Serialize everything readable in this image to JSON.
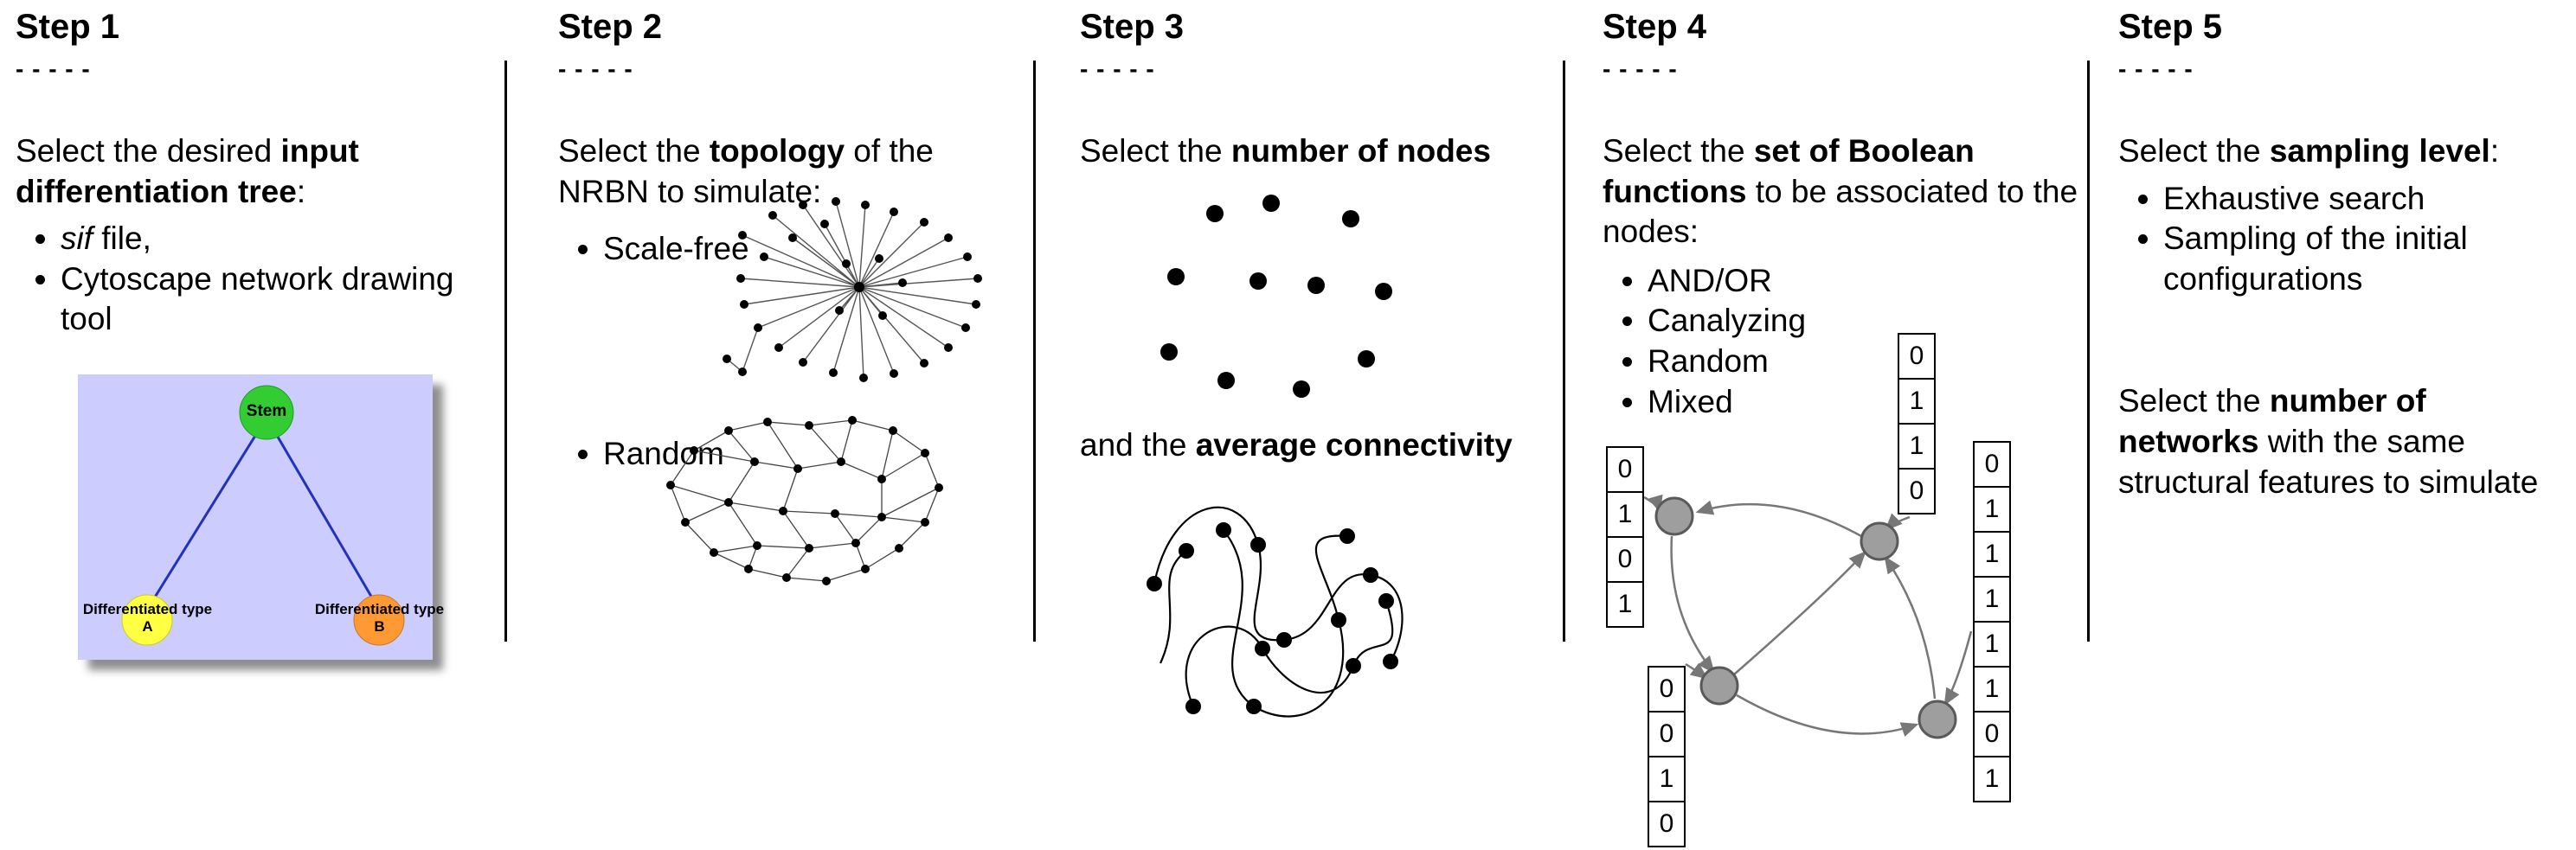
{
  "figure": {
    "colors": {
      "tree_background": "#ccccff",
      "stem_node": "#33cc33",
      "type_a_node": "#ffff44",
      "type_b_node": "#ff9933",
      "tree_edge": "#2233bb",
      "network_dot": "#000000",
      "boolean_node": "#9e9e9e",
      "arrow": "#777777"
    },
    "steps": [
      {
        "title": "Step 1",
        "dashes": "- - - - -",
        "intro": {
          "p1": "Select the desired ",
          "b1": "input differentiation tree",
          "p2": ":"
        },
        "bullet1_italic": "sif",
        "bullet1_rest": " file,",
        "bullet2": "Cytoscape network drawing tool",
        "tree": {
          "root": "Stem",
          "left": "Differentiated type A",
          "right": "Differentiated type B"
        }
      },
      {
        "title": "Step 2",
        "dashes": "- - - - -",
        "intro": {
          "p1": "Select the ",
          "b1": "topology",
          "p2": " of the NRBN to simulate:"
        },
        "bullets": [
          "Scale-free",
          "Random"
        ]
      },
      {
        "title": "Step 3",
        "dashes": "- - - - -",
        "intro": {
          "p1": "Select the ",
          "b1": "number of nodes"
        },
        "second": {
          "p1": "and the ",
          "b1": "average connectivity"
        }
      },
      {
        "title": "Step 4",
        "dashes": "- - - - -",
        "intro": {
          "p1": "Select the ",
          "b1": "set of Boolean functions",
          "p2": " to be associated to the nodes:"
        },
        "bullets": [
          "AND/OR",
          "Canalyzing",
          "Random",
          "Mixed"
        ],
        "tables": {
          "left": [
            "0",
            "1",
            "0",
            "1"
          ],
          "bottom_left": [
            "0",
            "0",
            "1",
            "0"
          ],
          "top": [
            "0",
            "1",
            "1",
            "0"
          ],
          "right": [
            "0",
            "1",
            "1",
            "1",
            "1",
            "1",
            "0",
            "1"
          ]
        }
      },
      {
        "title": "Step 5",
        "dashes": "- - - - -",
        "intro": {
          "p1": "Select the ",
          "b1": "sampling level",
          "p2": ":"
        },
        "bullets": [
          "Exhaustive search",
          "Sampling of the initial configurations"
        ],
        "second": {
          "p1": "Select the ",
          "b1": "number of networks",
          "p2": " with the same structural features to simulate"
        }
      }
    ]
  }
}
